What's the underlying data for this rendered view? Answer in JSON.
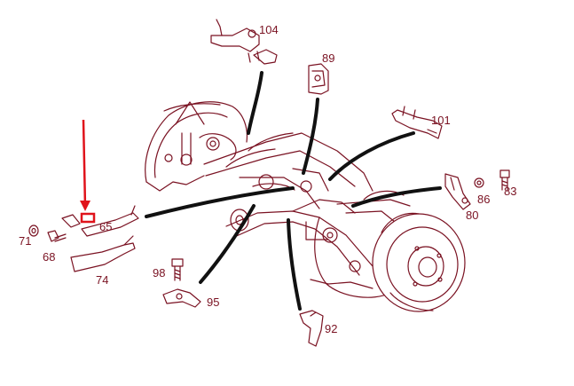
{
  "colors": {
    "line": "#7a1222",
    "leader": "#111111",
    "highlight": "#e0131b",
    "background": "#ffffff"
  },
  "labels": {
    "p104": "104",
    "p89": "89",
    "p101": "101",
    "p86": "86",
    "p83": "83",
    "p80": "80",
    "p65": "65",
    "p71": "71",
    "p68": "68",
    "p74": "74",
    "p98": "98",
    "p95": "95",
    "p92": "92"
  },
  "highlight": {
    "target_part": "65",
    "marker": "red-box-with-arrow"
  }
}
